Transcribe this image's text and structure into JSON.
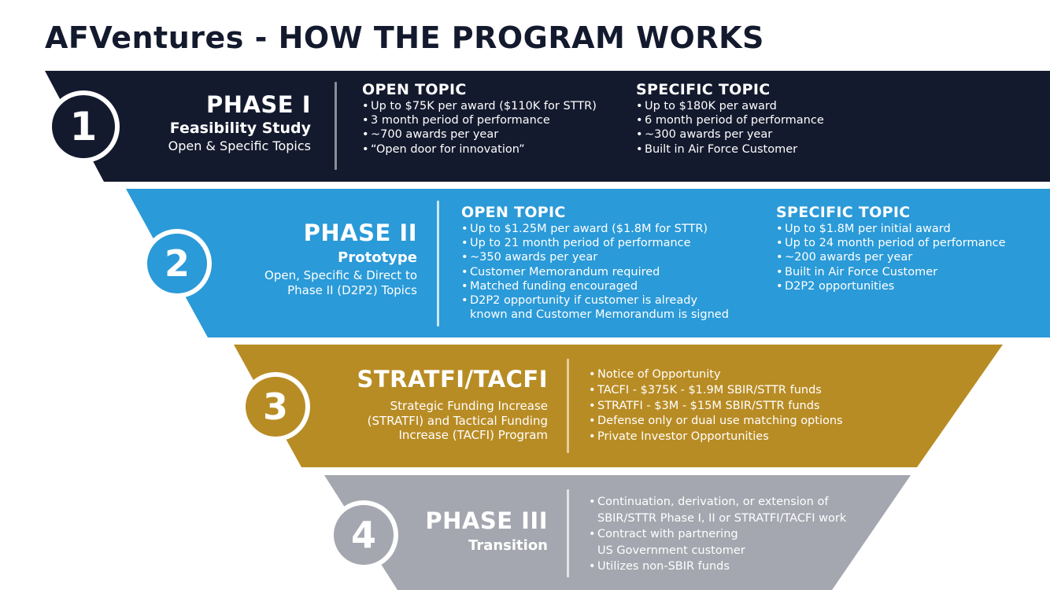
{
  "page": {
    "title": "AFVentures - HOW THE PROGRAM WORKS"
  },
  "colors": {
    "phase1": "#141a2e",
    "phase2": "#2a9ad8",
    "phase3": "#b88c24",
    "phase4": "#a4a7af",
    "title": "#141a2e"
  },
  "phases": [
    {
      "number": "1",
      "title": "PHASE I",
      "subtitle": "Feasibility Study",
      "description": [
        "Open & Specific Topics"
      ],
      "open_topic": {
        "heading": "OPEN TOPIC",
        "items": [
          "Up to $75K per award ($110K for STTR)",
          "3 month period of performance",
          "~700 awards per year",
          "“Open door for innovation”"
        ]
      },
      "specific_topic": {
        "heading": "SPECIFIC TOPIC",
        "items": [
          "Up to $180K per award",
          "6 month period of performance",
          "~300 awards per year",
          "Built in Air Force Customer"
        ]
      }
    },
    {
      "number": "2",
      "title": "PHASE II",
      "subtitle": "Prototype",
      "description": [
        "Open, Specific & Direct to",
        "Phase II (D2P2) Topics"
      ],
      "open_topic": {
        "heading": "OPEN TOPIC",
        "items": [
          "Up to $1.25M per award ($1.8M for STTR)",
          "Up to 21 month period of performance",
          "~350 awards per year",
          "Customer Memorandum required",
          "Matched funding encouraged",
          "D2P2 opportunity if customer is already",
          "known and Customer Memorandum is signed"
        ]
      },
      "specific_topic": {
        "heading": "SPECIFIC TOPIC",
        "items": [
          "Up to $1.8M per initial award",
          "Up to 24 month period of performance",
          "~200 awards per year",
          "Built in Air Force Customer",
          "D2P2 opportunities"
        ]
      }
    },
    {
      "number": "3",
      "title": "STRATFI/TACFI",
      "description": [
        "Strategic Funding Increase",
        "(STRATFI) and Tactical Funding",
        "Increase (TACFI) Program"
      ],
      "items": [
        "Notice of Opportunity",
        "TACFI - $375K - $1.9M SBIR/STTR funds",
        "STRATFI - $3M - $15M SBIR/STTR funds",
        "Defense only or dual use matching options",
        "Private Investor Opportunities"
      ]
    },
    {
      "number": "4",
      "title": "PHASE III",
      "subtitle": "Transition",
      "items": [
        "Continuation, derivation, or extension of",
        "SBIR/STTR Phase I, II or STRATFI/TACFI work",
        "Contract with partnering",
        "US Government customer",
        "Utilizes non-SBIR funds"
      ]
    }
  ]
}
